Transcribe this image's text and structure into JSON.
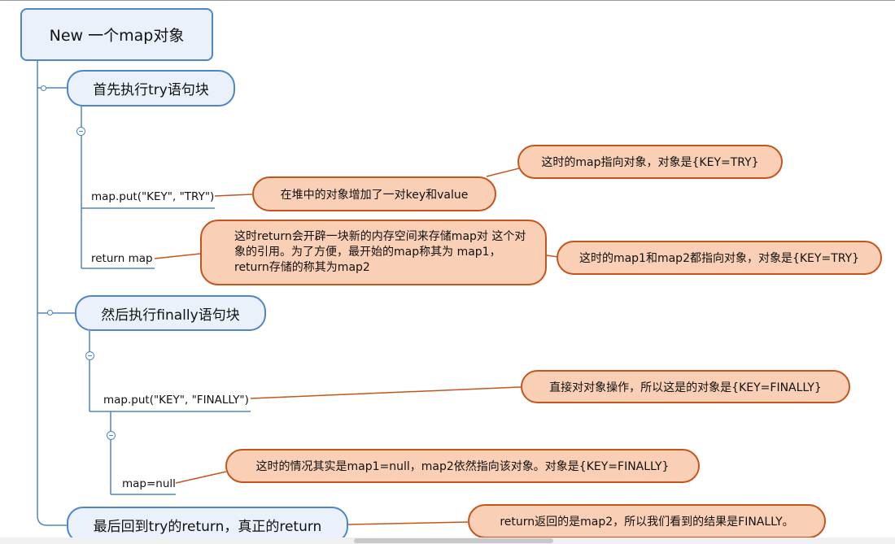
{
  "root": {
    "label": "New 一个map对象"
  },
  "branches": [
    {
      "label": "首先执行try语句块"
    },
    {
      "label": "然后执行finally语句块"
    },
    {
      "label": "最后回到try的return，真正的return"
    }
  ],
  "leaves": {
    "put_try": "map.put(\"KEY\", \"TRY\")",
    "return_map": "return map",
    "put_finally": "map.put(\"KEY\", \"FINALLY\")",
    "map_null": "map=null"
  },
  "notes": {
    "heap_add": "在堆中的对象增加了一对key和value",
    "map_points_try": "这时的map指向对象，对象是{KEY=TRY}",
    "return_space": [
      "这时return会开辟一块新的内存空间来存储map对",
      "这个对象的引用。为了方便，最开始的map称其为",
      "map1，return存储的称其为map2"
    ],
    "map1_map2_try": "这时的map1和map2都指向对象，对象是{KEY=TRY}",
    "direct_finally": "直接对对象操作，所以这是的对象是{KEY=FINALLY}",
    "null_case": "这时的情况其实是map1=null，map2依然指向该对象。对象是{KEY=FINALLY}",
    "result": "return返回的是map2，所以我们看到的结果是FINALLY。"
  },
  "colors": {
    "node_border": "#4f86c6",
    "node_fill": "#eaf1fa",
    "note_border": "#c4561d",
    "note_fill": "#f9cfb5"
  }
}
